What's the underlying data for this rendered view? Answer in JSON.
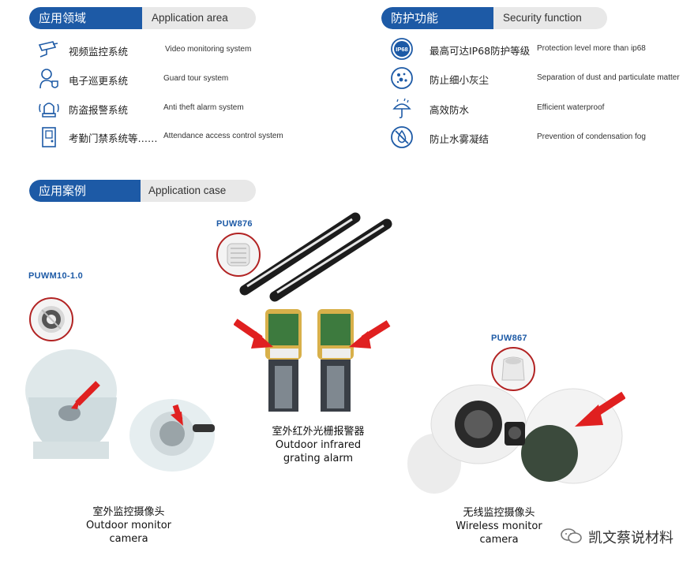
{
  "application_area": {
    "title_cn": "应用领域",
    "title_en": "Application area",
    "items": [
      {
        "icon": "cctv-camera-icon",
        "cn": "视频监控系统",
        "en": "Video monitoring system"
      },
      {
        "icon": "guard-patrol-icon",
        "cn": "电子巡更系统",
        "en": "Guard tour system"
      },
      {
        "icon": "alarm-light-icon",
        "cn": "防盗报警系统",
        "en": "Anti theft alarm system"
      },
      {
        "icon": "door-access-icon",
        "cn": "考勤门禁系统等……",
        "en": "Attendance access control  system"
      }
    ]
  },
  "security_function": {
    "title_cn": "防护功能",
    "title_en": "Security function",
    "items": [
      {
        "icon": "ip68-badge-icon",
        "badge": "IP68",
        "cn": "最高可达IP68防护等级",
        "en": "Protection level more than ip68"
      },
      {
        "icon": "dust-icon",
        "cn": "防止细小灰尘",
        "en": "Separation of dust and particulate matter"
      },
      {
        "icon": "waterproof-umbrella-icon",
        "cn": "高效防水",
        "en": "Efficient waterproof"
      },
      {
        "icon": "no-fog-icon",
        "cn": "防止水雾凝结",
        "en": "Prevention of condensation fog"
      }
    ]
  },
  "application_case": {
    "title_cn": "应用案例",
    "title_en": "Application case",
    "cases": [
      {
        "model": "PUWM10-1.0",
        "caption_cn": "室外监控摄像头",
        "caption_en_1": "Outdoor monitor",
        "caption_en_2": "camera"
      },
      {
        "model": "PUW876",
        "caption_cn": "室外红外光栅报警器",
        "caption_en_1": "Outdoor infrared",
        "caption_en_2": "grating alarm"
      },
      {
        "model": "PUW867",
        "caption_cn": "无线监控摄像头",
        "caption_en_1": "Wireless monitor",
        "caption_en_2": "camera"
      }
    ]
  },
  "watermark": "凯文蔡说材料",
  "colors": {
    "brand_blue": "#1d5aa6",
    "pill_gray": "#e8e8e8",
    "arrow_red": "#e02020",
    "circle_red": "#b22323"
  }
}
